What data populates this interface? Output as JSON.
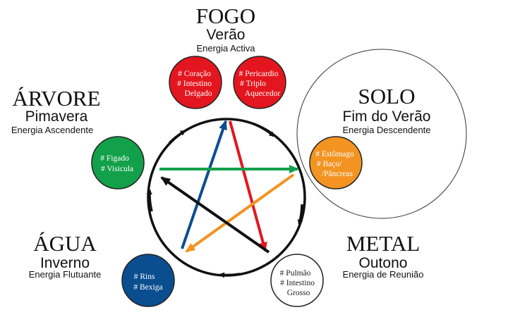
{
  "elements": {
    "fogo": {
      "name": "FOGO",
      "season": "Verão",
      "energy": "Energia Activa"
    },
    "arvore": {
      "name": "ÁRVORE",
      "season": "Pimavera",
      "energy": "Energia Ascendente"
    },
    "solo": {
      "name": "SOLO",
      "season": "Fim do Verão",
      "energy": "Energia Descendente"
    },
    "agua": {
      "name": "ÁGUA",
      "season": "Inverno",
      "energy": "Energia Flutuante"
    },
    "metal": {
      "name": "METAL",
      "season": "Outono",
      "energy": "Energia de Reunião"
    }
  },
  "organs": {
    "coracao": [
      "# Coração",
      "# Intestino",
      "Delgado"
    ],
    "pericardio": [
      "# Pericardio",
      "# Triplo",
      "Aquecedor"
    ],
    "figado": [
      "# Figado",
      "# Visicula"
    ],
    "estomago": [
      "# Estômago",
      "# Baço/",
      "/Pâncreas"
    ],
    "rins": [
      "# Rins",
      "# Bexiga"
    ],
    "pulmao": [
      "# Pulmão",
      "# Intestino",
      "Grosso"
    ]
  },
  "colors": {
    "fire": "#e3161f",
    "wood": "#13a04a",
    "earth": "#f39322",
    "water": "#0b4e8f",
    "metal": "#ffffff"
  }
}
